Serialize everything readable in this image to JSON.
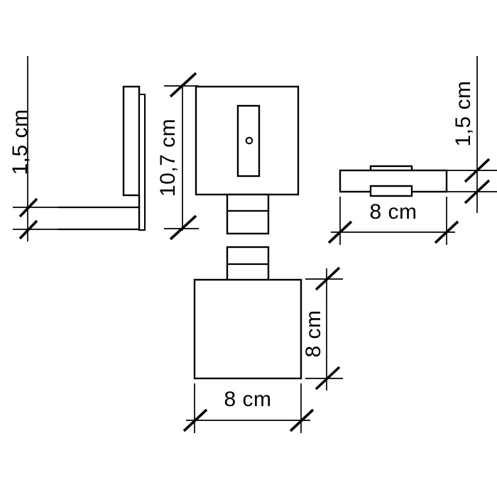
{
  "drawing": {
    "title": "Wall-mounted fixture dimensioned drawing",
    "background_color": "#ffffff",
    "line_color": "#000000",
    "dimensions": {
      "left_thickness": "1,5 cm",
      "height": "10,7 cm",
      "right_thickness": "1,5 cm",
      "top_width": "8 cm",
      "bottom_height": "8 cm",
      "bottom_width": "8 cm"
    },
    "views": [
      {
        "name": "side-profile-view",
        "description": "L-shaped wall bracket profile, left",
        "dimension_labels": [
          "1,5 cm"
        ]
      },
      {
        "name": "front-view",
        "description": "Square body with vertical slot window and small hole, upper center",
        "dimension_labels": [
          "10,7 cm"
        ]
      },
      {
        "name": "top-view",
        "description": "Horizontal plate with tabs, right",
        "dimension_labels": [
          "8 cm",
          "1,5 cm"
        ]
      },
      {
        "name": "bottom-front-view",
        "description": "Square base with stem, lower center",
        "dimension_labels": [
          "8 cm",
          "8 cm"
        ]
      }
    ]
  }
}
